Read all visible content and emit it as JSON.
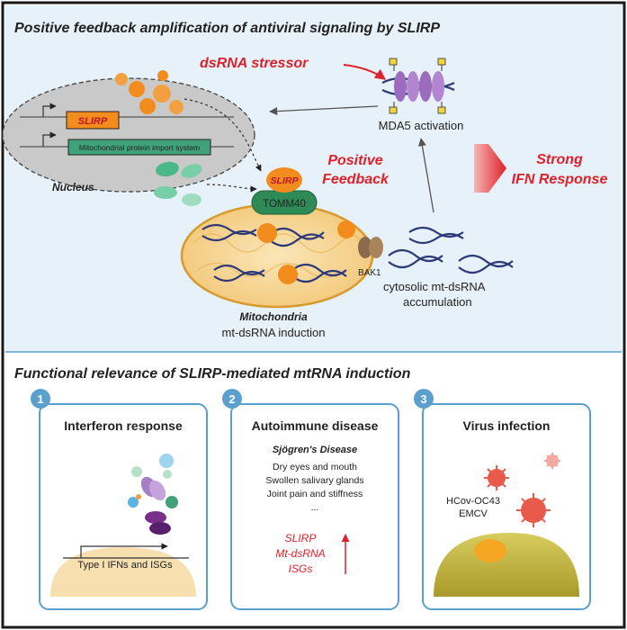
{
  "top_panel": {
    "title": "Positive feedback amplification of antiviral signaling by SLIRP",
    "stressor": "dsRNA stressor",
    "mda5": "MDA5 activation",
    "slirp_gene": "SLIRP",
    "import_system": "Mitochondrial protein import system",
    "nucleus": "Nucleus",
    "slirp_protein": "SLIRP",
    "tomm40": "TOMM40",
    "positive_feedback_1": "Positive",
    "positive_feedback_2": "Feedback",
    "strong_ifn_1": "Strong",
    "strong_ifn_2": "IFN Response",
    "bak1": "BAK1",
    "cytosolic_1": "cytosolic mt-dsRNA",
    "cytosolic_2": "accumulation",
    "mitochondria": "Mitochondria",
    "induction": "mt-dsRNA induction"
  },
  "bottom_panel": {
    "title": "Functional relevance of SLIRP-mediated mtRNA induction",
    "cards": [
      {
        "number": "1",
        "title": "Interferon response",
        "gene_label": "Type I IFNs and ISGs"
      },
      {
        "number": "2",
        "title": "Autoimmune disease",
        "disease": "Sjögren's Disease",
        "symptoms": [
          "Dry eyes and mouth",
          "Swollen salivary glands",
          "Joint pain and stiffness",
          "..."
        ],
        "markers": [
          "SLIRP",
          "Mt-dsRNA",
          "ISGs"
        ]
      },
      {
        "number": "3",
        "title": "Virus infection",
        "viruses": [
          "HCov-OC43",
          "EMCV"
        ]
      }
    ]
  },
  "colors": {
    "frame_border": "#1a1a1a",
    "panel_bg_top": "#e6f1f9",
    "card_border": "#5b9fcf",
    "number_badge": "#5b9fcf",
    "red_accent": "#e0202a",
    "mito_fill": "#f7d89a",
    "slirp_orange": "#f28c1c",
    "tomm40_green": "#2e8b57",
    "mda5_purple": "#9b6bbd",
    "dsrna_navy": "#2e3a78",
    "nucleus_gray": "#c9c9c9",
    "import_box": "#3fa27a"
  }
}
